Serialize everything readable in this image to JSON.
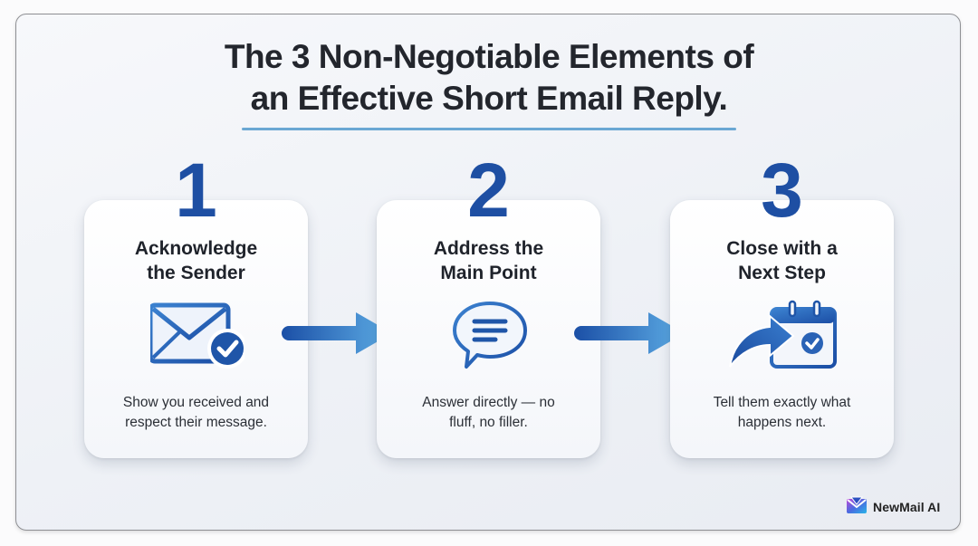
{
  "title": {
    "line1": "The 3 Non-Negotiable Elements of",
    "line2": "an Effective Short Email Reply."
  },
  "steps": [
    {
      "number": "1",
      "title_line1": "Acknowledge",
      "title_line2": "the Sender",
      "icon": "envelope-check-icon",
      "desc_line1": "Show you received and",
      "desc_line2": "respect their message."
    },
    {
      "number": "2",
      "title_line1": "Address the",
      "title_line2": "Main Point",
      "icon": "speech-bubble-icon",
      "desc_line1": "Answer directly — no",
      "desc_line2": "fluff, no filler."
    },
    {
      "number": "3",
      "title_line1": "Close with a",
      "title_line2": "Next Step",
      "icon": "calendar-forward-icon",
      "desc_line1": "Tell them exactly what",
      "desc_line2": "happens next."
    }
  ],
  "connectors": [
    "arrow-right-icon",
    "arrow-right-icon"
  ],
  "brand": {
    "name": "NewMail AI",
    "logo": "newmail-logo-icon"
  },
  "colors": {
    "number_blue": "#1e4fa3",
    "accent_light_blue": "#6aa7d3",
    "title_dark": "#23262d"
  }
}
